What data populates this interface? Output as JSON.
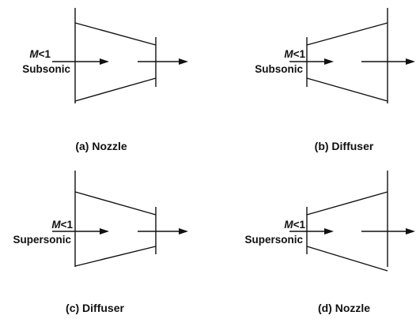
{
  "panels": [
    {
      "mach_var": "M",
      "mach_rest": "<1",
      "regime": "Subsonic",
      "caption": "(a) Nozzle"
    },
    {
      "mach_var": "M",
      "mach_rest": "<1",
      "regime": "Subsonic",
      "caption": "(b) Diffuser"
    },
    {
      "mach_var": "M",
      "mach_rest": "<1",
      "regime": "Supersonic",
      "caption": "(c) Diffuser"
    },
    {
      "mach_var": "M",
      "mach_rest": "<1",
      "regime": "Supersonic",
      "caption": "(d) Nozzle"
    }
  ]
}
